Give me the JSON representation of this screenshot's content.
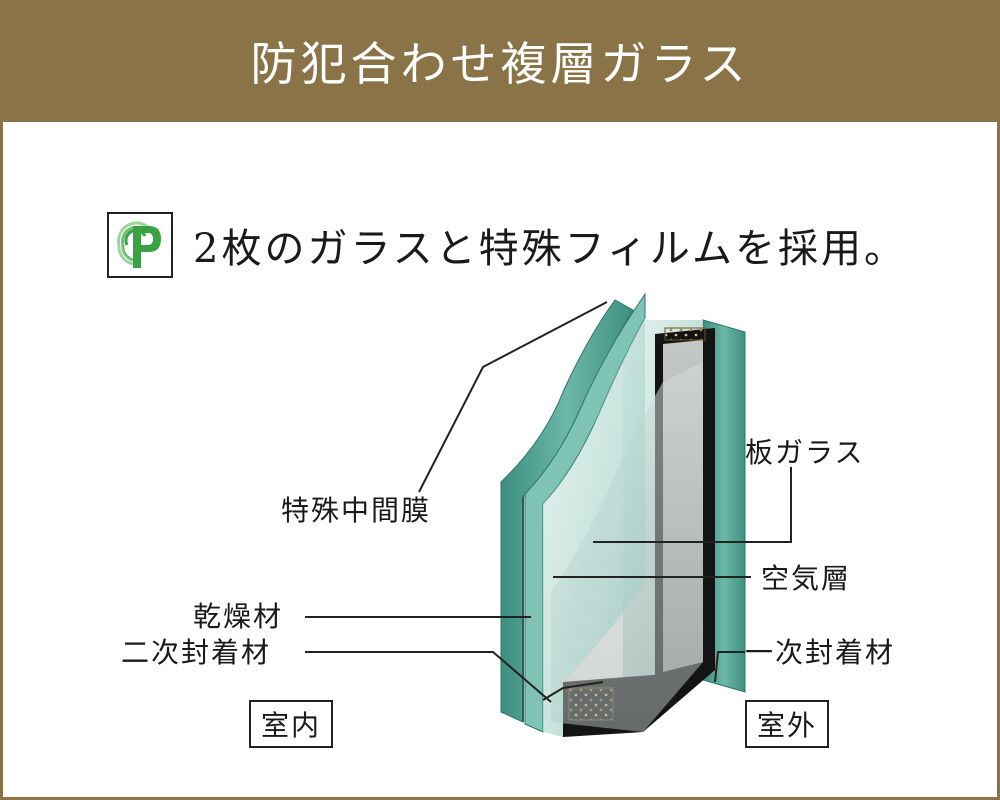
{
  "header": {
    "title": "防犯合わせ複層ガラス"
  },
  "subtitle": {
    "text": "2枚のガラスと特殊フィルムを採用。",
    "logo_icon": "cp-logo-icon"
  },
  "labels": {
    "special_interlayer": "特殊中間膜",
    "plate_glass": "板ガラス",
    "air_layer": "空気層",
    "desiccant": "乾燥材",
    "secondary_sealant": "二次封着材",
    "primary_sealant": "一次封着材",
    "indoor": "室内",
    "outdoor": "室外"
  },
  "colors": {
    "header_bg": "#8a7346",
    "glass": "#5aa89a",
    "glass_light": "#b9dcd4",
    "spacer": "#111111",
    "desiccant": "#c9a13a",
    "logo_green": "#3aa144"
  }
}
